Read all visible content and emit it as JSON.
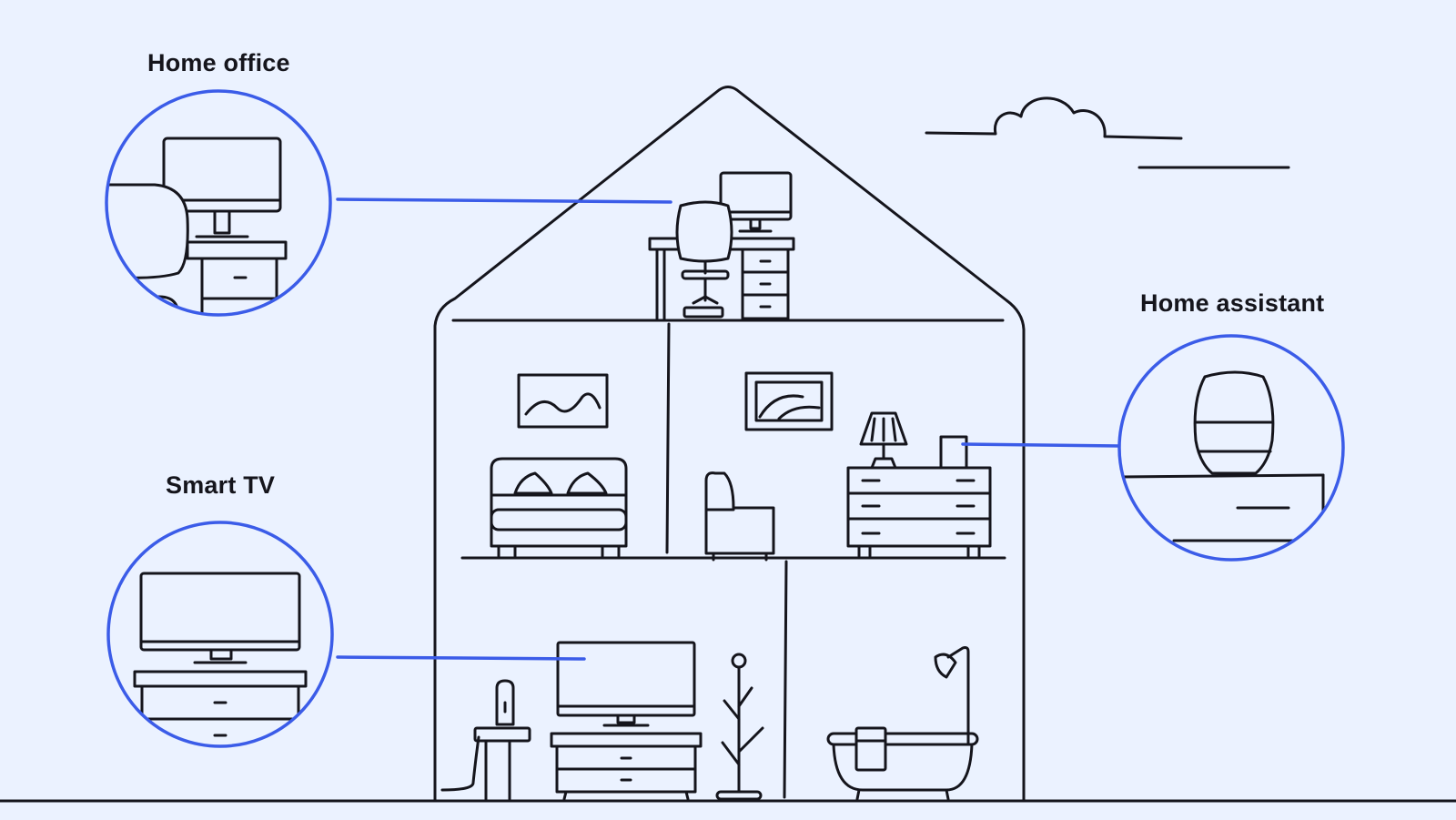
{
  "callouts": {
    "home_office": {
      "label": "Home office"
    },
    "smart_tv": {
      "label": "Smart TV"
    },
    "home_assistant": {
      "label": "Home assistant"
    }
  },
  "colors": {
    "background": "#ebf2ff",
    "ink": "#15151c",
    "accent": "#3b5ce8"
  }
}
